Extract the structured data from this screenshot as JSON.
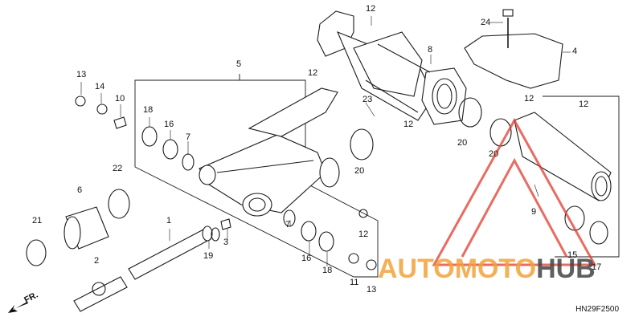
{
  "diagram": {
    "diagram_code": "HN29F2500",
    "front_label": "FR.",
    "watermark": {
      "part1": "AUTOMOTO",
      "part2": "HUB",
      "accent": "#f2a33a",
      "dark": "#444444"
    },
    "callouts": [
      {
        "id": "c1",
        "label": "1"
      },
      {
        "id": "c2",
        "label": "2"
      },
      {
        "id": "c3",
        "label": "3"
      },
      {
        "id": "c4",
        "label": "4"
      },
      {
        "id": "c5",
        "label": "5"
      },
      {
        "id": "c6",
        "label": "6"
      },
      {
        "id": "c7a",
        "label": "7"
      },
      {
        "id": "c7b",
        "label": "7"
      },
      {
        "id": "c8",
        "label": "8"
      },
      {
        "id": "c9",
        "label": "9"
      },
      {
        "id": "c10",
        "label": "10"
      },
      {
        "id": "c11",
        "label": "11"
      },
      {
        "id": "c12a",
        "label": "12"
      },
      {
        "id": "c12b",
        "label": "12"
      },
      {
        "id": "c12c",
        "label": "12"
      },
      {
        "id": "c12d",
        "label": "12"
      },
      {
        "id": "c12e",
        "label": "12"
      },
      {
        "id": "c12f",
        "label": "12"
      },
      {
        "id": "c13a",
        "label": "13"
      },
      {
        "id": "c13b",
        "label": "13"
      },
      {
        "id": "c14",
        "label": "14"
      },
      {
        "id": "c15",
        "label": "15"
      },
      {
        "id": "c16a",
        "label": "16"
      },
      {
        "id": "c16b",
        "label": "16"
      },
      {
        "id": "c17",
        "label": "17"
      },
      {
        "id": "c18a",
        "label": "18"
      },
      {
        "id": "c18b",
        "label": "18"
      },
      {
        "id": "c19",
        "label": "19"
      },
      {
        "id": "c20a",
        "label": "20"
      },
      {
        "id": "c20b",
        "label": "20"
      },
      {
        "id": "c20c",
        "label": "20"
      },
      {
        "id": "c21",
        "label": "21"
      },
      {
        "id": "c22",
        "label": "22"
      },
      {
        "id": "c23",
        "label": "23"
      },
      {
        "id": "c24",
        "label": "24"
      }
    ]
  }
}
